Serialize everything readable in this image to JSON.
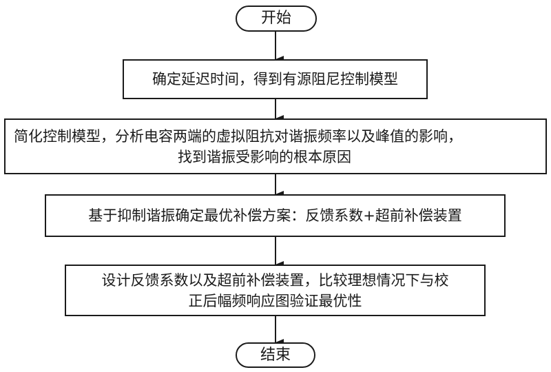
{
  "flowchart": {
    "start": {
      "label": "开始"
    },
    "steps": [
      {
        "lines": [
          "确定延迟时间，得到有源阻尼控制模型"
        ]
      },
      {
        "lines": [
          "简化控制模型，分析电容两端的虚拟阻抗对谐振频率以及峰值的影响，",
          "找到谐振受影响的根本原因"
        ]
      },
      {
        "lines": [
          "基于抑制谐振确定最优补偿方案：反馈系数+超前补偿装置"
        ]
      },
      {
        "lines": [
          "设计反馈系数以及超前补偿装置，比较理想情况下与校",
          "正后幅频响应图验证最优性"
        ]
      }
    ],
    "end": {
      "label": "结束"
    },
    "colors": {
      "stroke": "#1a1a1a",
      "background": "#ffffff"
    }
  }
}
